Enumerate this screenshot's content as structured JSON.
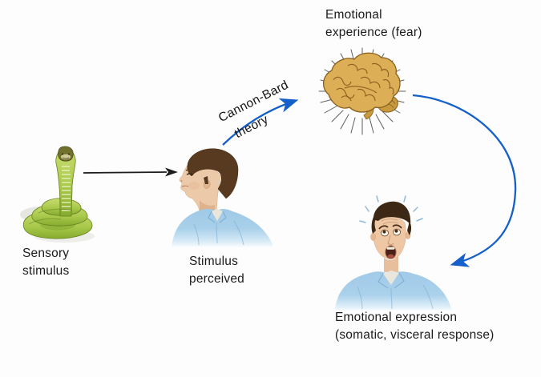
{
  "diagram_title_implied": "Cannon-Bard theory of emotion",
  "labels": {
    "sensory_stimulus": {
      "line1": "Sensory",
      "line2": "stimulus"
    },
    "stimulus_perceived": {
      "line1": "Stimulus",
      "line2": "perceived"
    },
    "emotional_experience": {
      "line1": "Emotional",
      "line2": "experience (fear)"
    },
    "emotional_expression": {
      "line1": "Emotional expression",
      "line2": "(somatic, visceral response)"
    },
    "theory_label": {
      "line1": "Cannon-Bard",
      "line2": "theory"
    }
  },
  "figures": {
    "snake_icon": "green-cobra-snake",
    "profile_man_icon": "man-profile-perceiving",
    "brain_icon": "radiating-brain",
    "scared_man_icon": "frightened-man"
  },
  "colors": {
    "arrow_blue": "#145fc9",
    "arrow_black": "#1c1c1c",
    "text": "#1b1b1b",
    "brain_gold": "#dcae55",
    "snake_green": "#9cbf3e",
    "shirt_blue": "#a4cde9",
    "background": "#fdfdfd"
  }
}
